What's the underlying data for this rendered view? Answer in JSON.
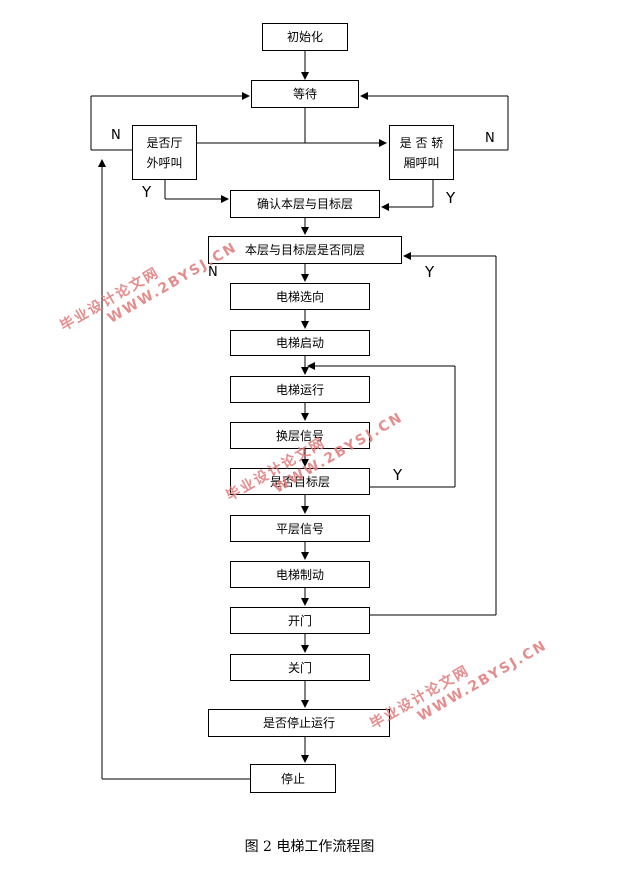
{
  "nodes": {
    "init": "初始化",
    "wait": "等待",
    "hall_call_l1": "是否厅",
    "hall_call_l2": "外呼叫",
    "car_call_l1": "是 否 轿",
    "car_call_l2": "厢呼叫",
    "confirm": "确认本层与目标层",
    "same_floor": "本层与目标层是否同层",
    "select_dir": "电梯选向",
    "start": "电梯启动",
    "run": "电梯运行",
    "floor_signal": "换层信号",
    "is_target": "是否目标层",
    "level_signal": "平层信号",
    "brake": "电梯制动",
    "open": "开门",
    "close": "关门",
    "stop_run": "是否停止运行",
    "stop": "停止"
  },
  "labels": {
    "n": "N",
    "y": "Y"
  },
  "watermark": {
    "line1": "毕业设计论文网",
    "line2": "WWW.2BYSJ.CN"
  },
  "caption": "图 2  电梯工作流程图"
}
